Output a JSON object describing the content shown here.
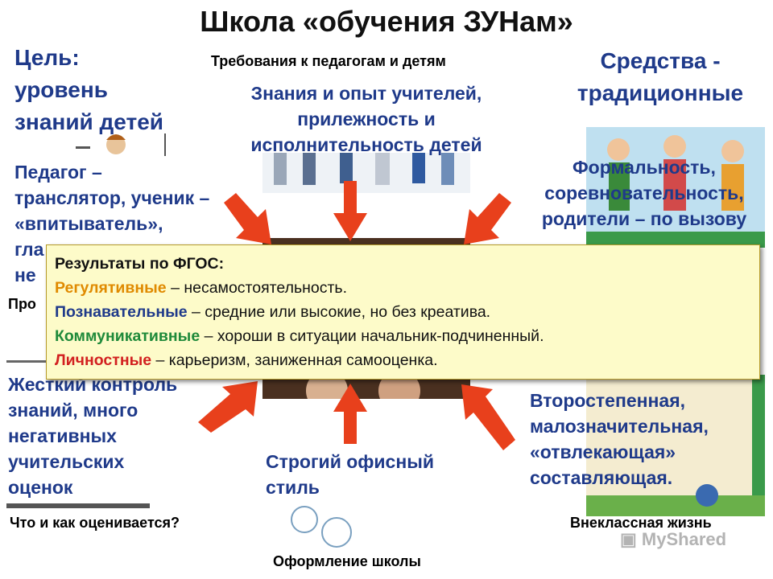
{
  "title": "Школа «обучения ЗУНам»",
  "goal": {
    "line1": "Цель:",
    "line2": "уровень",
    "line3": "знаний детей"
  },
  "requirements": {
    "caption": "Требования к педагогам и детям",
    "line1": "Знания и опыт учителей,",
    "line2": "прилежность и",
    "line3": "исполнительность детей"
  },
  "means": {
    "line1": "Средства -",
    "line2": "традиционные"
  },
  "teacher": {
    "line1": "Педагог –",
    "line2": "транслятор, ученик –",
    "line3": "«впитыватель»,",
    "line4": "гла",
    "line5": "не"
  },
  "pro_cut": "Про",
  "formal": {
    "line1": "Формальность,",
    "line2": "соревновательность,",
    "line3": "родители – по вызову"
  },
  "fgos": {
    "heading": "Результаты по ФГОС:",
    "items": [
      {
        "term": "Регулятивные",
        "rest": " – несамостоятельность."
      },
      {
        "term": "Познавательные",
        "rest": " – средние или высокие, но без креатива."
      },
      {
        "term": "Коммуникативные",
        "rest": " – хороши в ситуации начальник-подчиненный."
      },
      {
        "term": "Личностные",
        "rest": " – карьеризм, заниженная самооценка."
      }
    ]
  },
  "control": {
    "line1": "Жесткий контроль",
    "line2": "знаний, много",
    "line3": "негативных",
    "line4": "учительских",
    "line5": "оценок"
  },
  "office": {
    "line1": "Строгий офисный",
    "line2": "стиль"
  },
  "secondary": {
    "line1": "Второстепенная,",
    "line2": "малозначительная,",
    "line3": "«отвлекающая»",
    "line4": "составляющая."
  },
  "captions": {
    "eval": "Что и как оценивается?",
    "extra": "Внеклассная жизнь",
    "design": "Оформление школы"
  },
  "watermark": "MyShared",
  "colors": {
    "heading_blue": "#1f3a8a",
    "arrow_red": "#e8401c",
    "box_fill": "#fdfbc9"
  }
}
